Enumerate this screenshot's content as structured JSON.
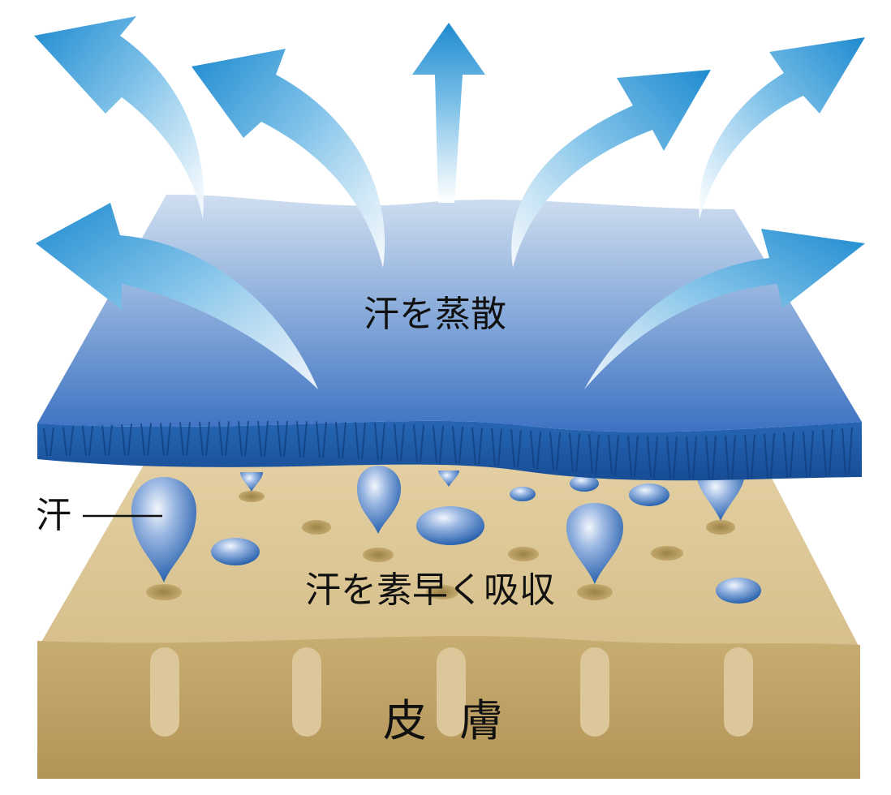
{
  "labels": {
    "evaporate": "汗を蒸散",
    "sweat": "汗",
    "absorb": "汗を素早く吸収",
    "skin": "皮膚"
  },
  "colors": {
    "fabric_top": "#c9d9ee",
    "fabric_mid": "#7a9fd6",
    "fabric_bottom": "#3a6fc0",
    "fabric_edge": "#1f5aa8",
    "arrow": "#2d8fd0",
    "skin_surface": "#dcc79a",
    "skin_side": "#b5985a",
    "drop_dark": "#1e5cab",
    "drop_light": "#dfe9f8",
    "pore": "#a8904f"
  }
}
